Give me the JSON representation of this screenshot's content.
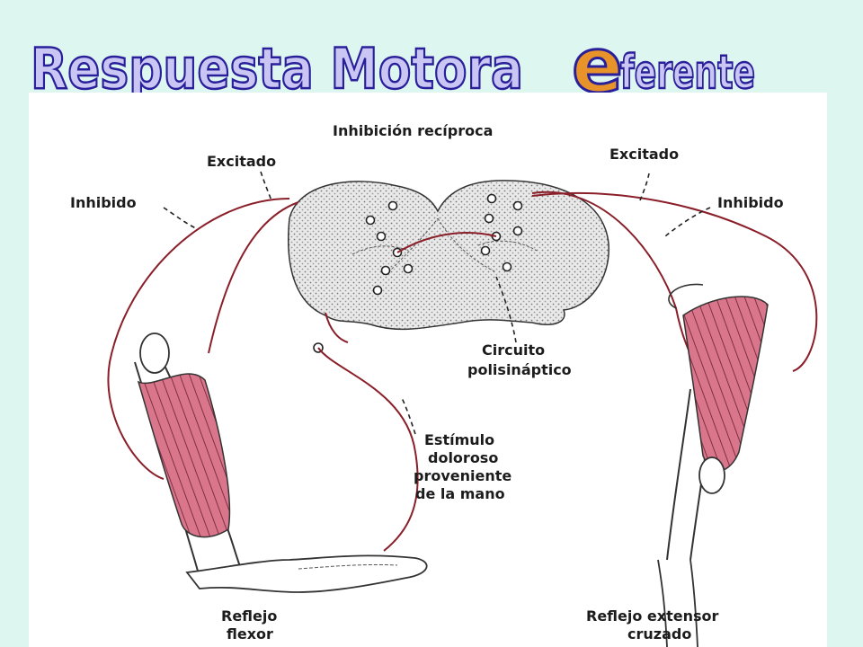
{
  "slide": {
    "title_main": "Respuesta Motora",
    "title_first_letter": "e",
    "title_rest": "ferente",
    "colors": {
      "background": "#ddf6ef",
      "title_fill": "#c9c6f4",
      "title_stroke": "#2a1f9a",
      "letter_fill": "#e8932a",
      "muscle": "#d9768c"
    }
  },
  "diagram": {
    "top_label": "Inhibición recíproca",
    "excited_left": "Excitado",
    "excited_right": "Excitado",
    "inhibited_left": "Inhibido",
    "inhibited_right": "Inhibido",
    "circuit_line1": "Circuito",
    "circuit_line2": "polisináptico",
    "stimulus_line1": "Estímulo",
    "stimulus_line2": "doloroso",
    "stimulus_line3": "proveniente",
    "stimulus_line4": "de la mano",
    "flexor_line1": "Reflejo",
    "flexor_line2": "flexor",
    "extensor_line1": "Reflejo extensor",
    "extensor_line2": "cruzado"
  }
}
